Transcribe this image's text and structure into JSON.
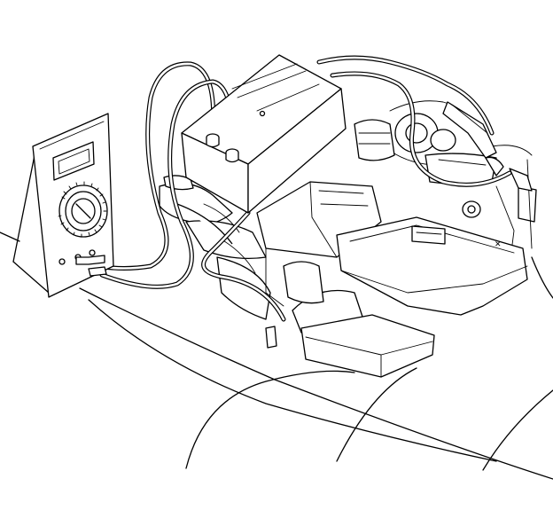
{
  "figure": {
    "style": "black line-art technical illustration",
    "subject_components": [
      "digital-multimeter",
      "test-box",
      "test-leads",
      "alligator-clips",
      "engine-compartment",
      "air-cleaner-housing"
    ],
    "colors": {
      "ink": "#000000",
      "paper": "#ffffff"
    }
  }
}
